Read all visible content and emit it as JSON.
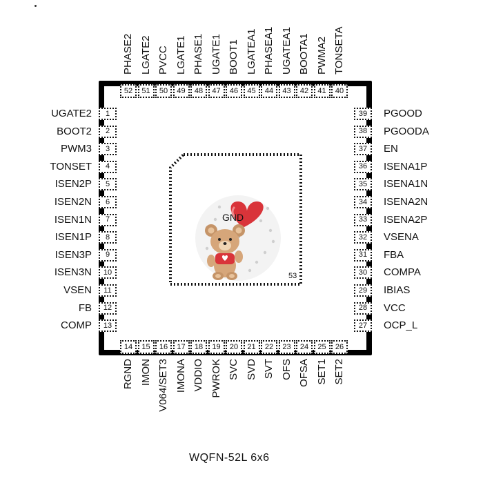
{
  "package": "WQFN-52L  6x6",
  "exposed_pad": {
    "name": "GND",
    "number": "53"
  },
  "pins_left": [
    {
      "num": "1",
      "name": "UGATE2"
    },
    {
      "num": "2",
      "name": "BOOT2"
    },
    {
      "num": "3",
      "name": "PWM3"
    },
    {
      "num": "4",
      "name": "TONSET"
    },
    {
      "num": "5",
      "name": "ISEN2P"
    },
    {
      "num": "6",
      "name": "ISEN2N"
    },
    {
      "num": "7",
      "name": "ISEN1N"
    },
    {
      "num": "8",
      "name": "ISEN1P"
    },
    {
      "num": "9",
      "name": "ISEN3P"
    },
    {
      "num": "10",
      "name": "ISEN3N"
    },
    {
      "num": "11",
      "name": "VSEN"
    },
    {
      "num": "12",
      "name": "FB"
    },
    {
      "num": "13",
      "name": "COMP"
    }
  ],
  "pins_bottom": [
    {
      "num": "14",
      "name": "RGND"
    },
    {
      "num": "15",
      "name": "IMON"
    },
    {
      "num": "16",
      "name": "V064/SET3"
    },
    {
      "num": "17",
      "name": "IMONA"
    },
    {
      "num": "18",
      "name": "VDDIO"
    },
    {
      "num": "19",
      "name": "PWROK"
    },
    {
      "num": "20",
      "name": "SVC"
    },
    {
      "num": "21",
      "name": "SVD"
    },
    {
      "num": "22",
      "name": "SVT"
    },
    {
      "num": "23",
      "name": "OFS"
    },
    {
      "num": "24",
      "name": "OFSA"
    },
    {
      "num": "25",
      "name": "SET1"
    },
    {
      "num": "26",
      "name": "SET2"
    }
  ],
  "pins_right": [
    {
      "num": "39",
      "name": "PGOOD"
    },
    {
      "num": "38",
      "name": "PGOODA"
    },
    {
      "num": "37",
      "name": "EN"
    },
    {
      "num": "36",
      "name": "ISENA1P"
    },
    {
      "num": "35",
      "name": "ISENA1N"
    },
    {
      "num": "34",
      "name": "ISENA2N"
    },
    {
      "num": "33",
      "name": "ISENA2P"
    },
    {
      "num": "32",
      "name": "VSENA"
    },
    {
      "num": "31",
      "name": "FBA"
    },
    {
      "num": "30",
      "name": "COMPA"
    },
    {
      "num": "29",
      "name": "IBIAS"
    },
    {
      "num": "28",
      "name": "VCC"
    },
    {
      "num": "27",
      "name": "OCP_L"
    }
  ],
  "pins_top": [
    {
      "num": "52",
      "name": "PHASE2"
    },
    {
      "num": "51",
      "name": "LGATE2"
    },
    {
      "num": "50",
      "name": "PVCC"
    },
    {
      "num": "49",
      "name": "LGATE1"
    },
    {
      "num": "48",
      "name": "PHASE1"
    },
    {
      "num": "47",
      "name": "UGATE1"
    },
    {
      "num": "46",
      "name": "BOOT1"
    },
    {
      "num": "45",
      "name": "LGATEA1"
    },
    {
      "num": "44",
      "name": "PHASEA1"
    },
    {
      "num": "43",
      "name": "UGATEA1"
    },
    {
      "num": "42",
      "name": "BOOTA1"
    },
    {
      "num": "41",
      "name": "PWMA2"
    },
    {
      "num": "40",
      "name": "TONSETA"
    }
  ]
}
